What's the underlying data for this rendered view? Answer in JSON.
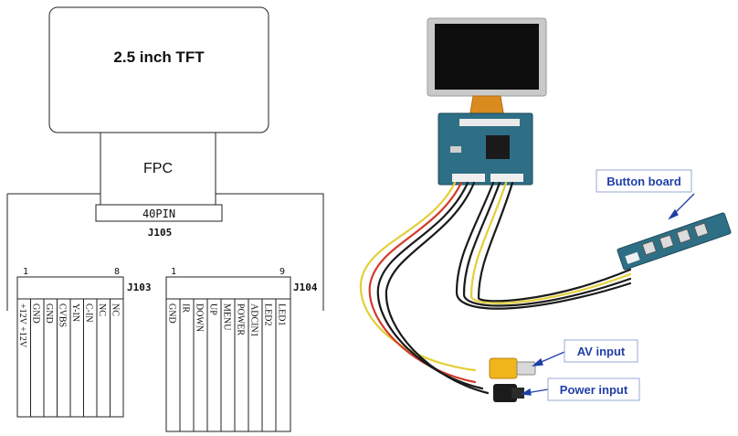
{
  "schematic": {
    "tft_label": "2.5 inch TFT",
    "fpc_label": "FPC",
    "connector_40pin": "40PIN",
    "j105_label": "J105",
    "j103": {
      "label": "J103",
      "first_pin": "1",
      "last_pin": "8",
      "pins": [
        "+12V +12V",
        "GND",
        "GND",
        "CVBS",
        "Y-IN",
        "C-IN",
        "NC",
        "NC"
      ]
    },
    "j104": {
      "label": "J104",
      "first_pin": "1",
      "last_pin": "9",
      "pins": [
        "GND",
        "IR",
        "DOWN",
        "UP",
        "MENU",
        "POWER",
        "ADCIN1",
        "LED2",
        "LED1"
      ]
    }
  },
  "photo": {
    "button_board_label": "Button board",
    "av_input_label": "AV input",
    "power_input_label": "Power input",
    "callout_color": "#1f3fa8"
  }
}
